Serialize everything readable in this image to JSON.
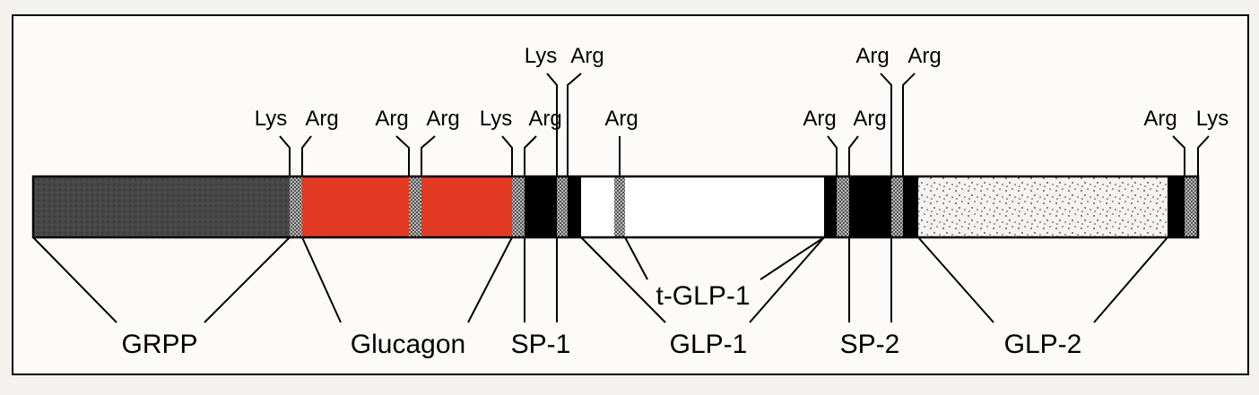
{
  "colors": {
    "background": "#f4f2ef",
    "panel": "#fcfbf9",
    "outline": "#000000",
    "grpp": "#444444",
    "glucagon": "#e23a22",
    "spacer": "#000000",
    "glp1": "#ffffff",
    "glp2": "#f4f3f1",
    "cleavage_site": "#8a8a8a"
  },
  "cleavage_sites": {
    "lys_1": "Lys",
    "arg_1": "Arg",
    "arg_2": "Arg",
    "arg_3": "Arg",
    "lys_2": "Lys",
    "arg_4": "Arg",
    "lys_3": "Lys",
    "arg_5": "Arg",
    "arg_6": "Arg",
    "arg_7": "Arg",
    "arg_8": "Arg",
    "arg_9": "Arg",
    "arg_10": "Arg",
    "arg_11": "Arg",
    "lys_4": "Lys"
  },
  "peptides": {
    "grpp": "GRPP",
    "glucagon": "Glucagon",
    "sp1": "SP-1",
    "glp1": "GLP-1",
    "t_glp1": "t-GLP-1",
    "sp2": "SP-2",
    "glp2": "GLP-2"
  }
}
